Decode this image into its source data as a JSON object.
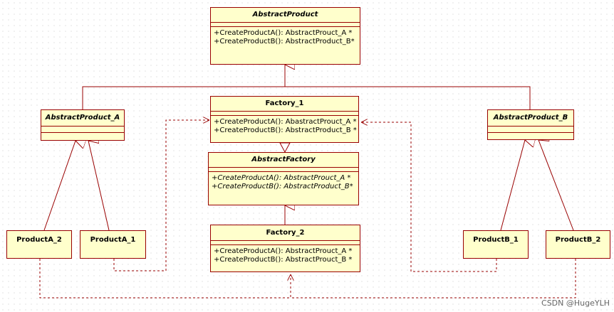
{
  "colors": {
    "box_fill": "#ffffcc",
    "border": "#990000",
    "line": "#990000"
  },
  "classes": {
    "abstract_product": {
      "name": "AbstractProduct",
      "ops": [
        "+CreateProductA(): AbstractProuct_A *",
        "+CreateProductB(): AbstractProduct_B*"
      ]
    },
    "factory_1": {
      "name": "Factory_1",
      "ops": [
        "+CreateProductA(): AbastractProuct_A *",
        "+CreateProductB(): AbstractProduct_B *"
      ]
    },
    "abstract_factory": {
      "name": "AbstractFactory",
      "ops": [
        "+CreateProductA(): AbstractProuct_A *",
        "+CreateProductB(): AbstractProduct_B*"
      ]
    },
    "factory_2": {
      "name": "Factory_2",
      "ops": [
        "+CreateProductA(): AbstractProuct_A *",
        "+CreateProductB(): AbstractProuct_B *"
      ]
    },
    "abstract_product_a": {
      "name": "AbstractProduct_A"
    },
    "abstract_product_b": {
      "name": "AbstractProduct_B"
    },
    "product_a_2": {
      "name": "ProductA_2"
    },
    "product_a_1": {
      "name": "ProductA_1"
    },
    "product_b_1": {
      "name": "ProductB_1"
    },
    "product_b_2": {
      "name": "ProductB_2"
    }
  },
  "watermark": "CSDN @HugeYLH"
}
